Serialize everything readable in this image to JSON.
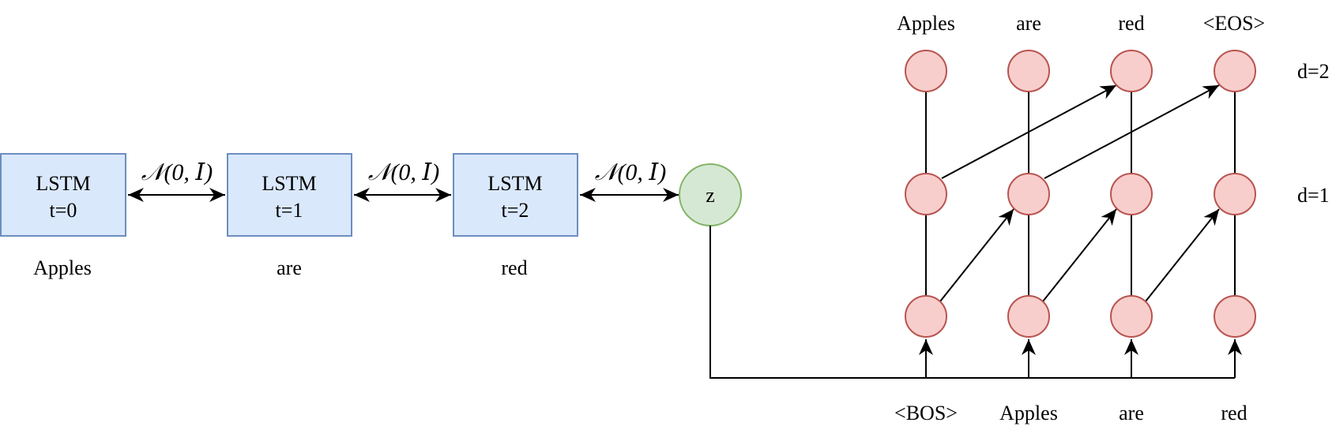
{
  "encoder": {
    "cells": [
      {
        "name": "LSTM",
        "step": "t=0",
        "word": "Apples"
      },
      {
        "name": "LSTM",
        "step": "t=1",
        "word": "are"
      },
      {
        "name": "LSTM",
        "step": "t=2",
        "word": "red"
      }
    ],
    "noise_label": "𝒩(0, 𝐼)",
    "latent_label": "z"
  },
  "decoder": {
    "output_tokens": [
      "Apples",
      "are",
      "red",
      "<EOS>"
    ],
    "input_tokens": [
      "<BOS>",
      "Apples",
      "are",
      "red"
    ],
    "depth_labels": [
      "d=2",
      "d=1"
    ]
  },
  "colors": {
    "lstm_fill": "#dae8fc",
    "lstm_stroke": "#6c8ebf",
    "z_fill": "#d5e8d4",
    "z_stroke": "#82b366",
    "node_fill": "#f8cecc",
    "node_stroke": "#b85450"
  }
}
